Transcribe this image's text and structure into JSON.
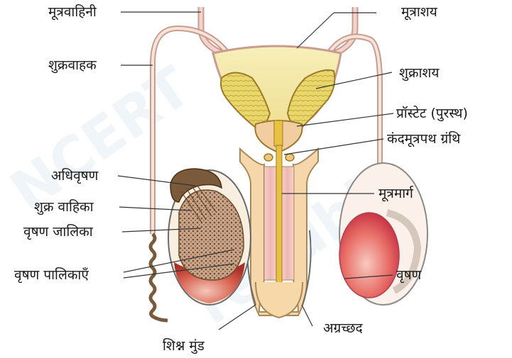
{
  "labels": {
    "ureter": "मूत्रवाहिनी",
    "vas_deferens": "शुक्रवाहक",
    "epididymis": "अधिवृषण",
    "vasa_efferentia": "शुक्र वाहिका",
    "rete_testis": "वृषण जालिका",
    "testicular_lobules": "वृषण पालिकाएँ",
    "glans_penis": "शिश्न मुंड",
    "urinary_bladder": "मूत्राशय",
    "seminal_vesicle": "शुक्राशय",
    "prostate": "प्रॉस्टेट (पुरस्थ)",
    "bulbourethral_gland": "कंदमूत्रपथ ग्रंथि",
    "urethra": "मूत्रमार्ग",
    "testis": "वृषण",
    "foreskin": "अग्रच्छद"
  },
  "watermark": "NCERT not to be republished"
}
